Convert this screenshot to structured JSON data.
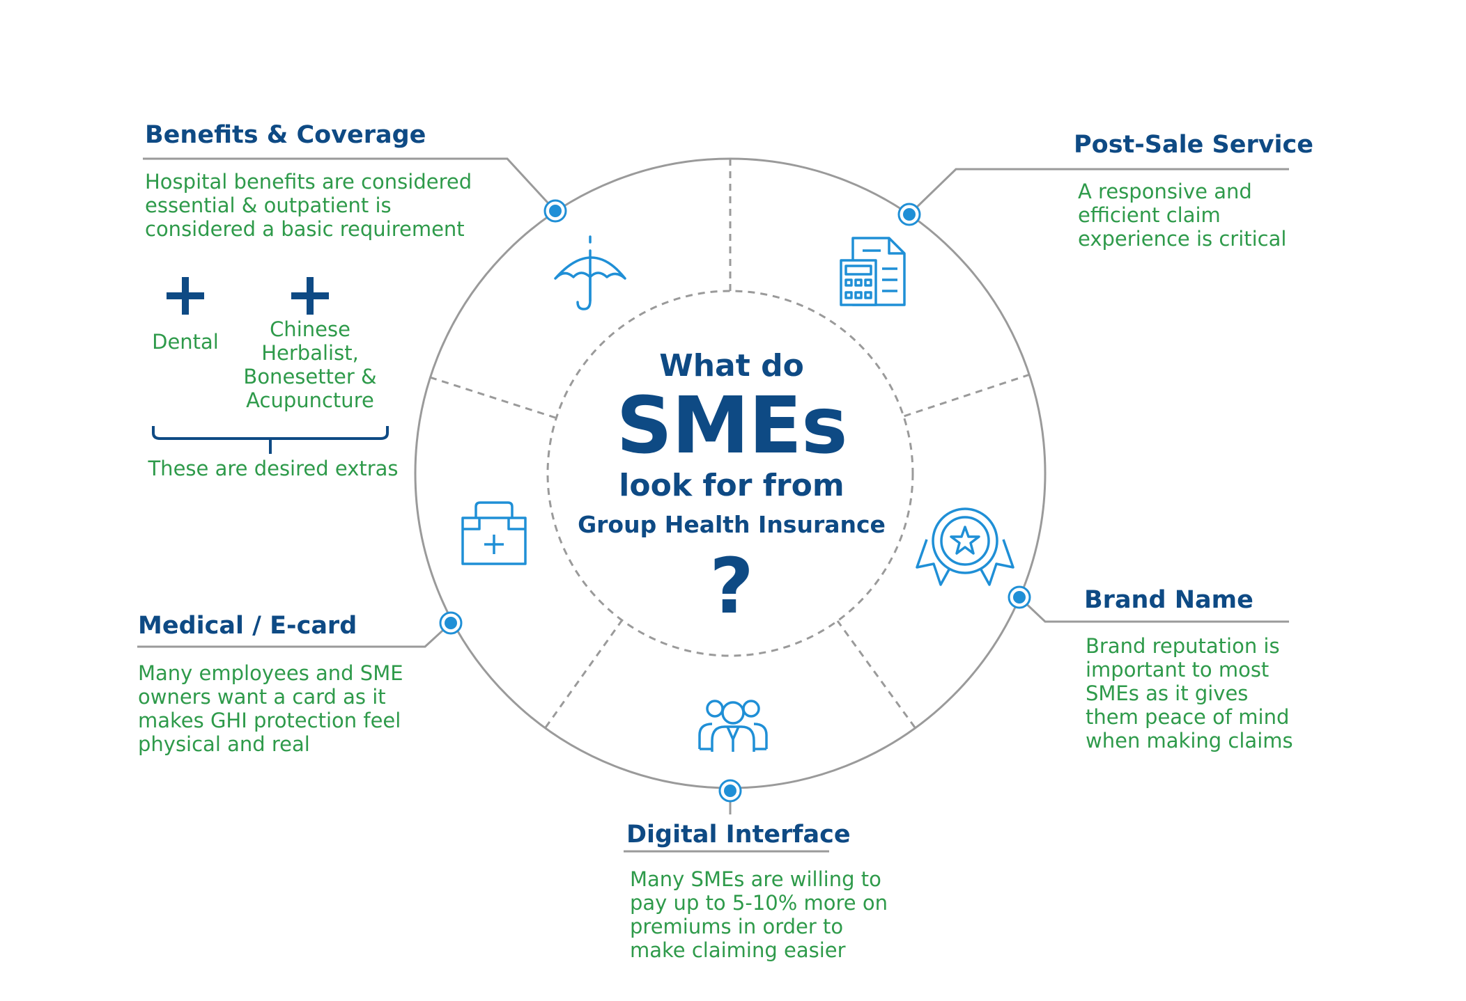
{
  "center": {
    "line1": "What do",
    "line2": "SMEs",
    "line3": "look for from",
    "line4": "Group Health Insurance",
    "line5": "?"
  },
  "sections": {
    "benefits": {
      "title": "Benefits & Coverage",
      "body": "Hospital benefits are considered essential & outpatient is considered a basic requirement",
      "icon": "umbrella-icon"
    },
    "post_sale": {
      "title": "Post-Sale Service",
      "body": "A responsive and efficient claim experience is critical",
      "icon": "calculator-document-icon"
    },
    "brand": {
      "title": "Brand Name",
      "body": "Brand reputation is important to most SMEs as it gives them peace of mind when making claims",
      "icon": "award-ribbon-icon"
    },
    "digital": {
      "title": "Digital Interface",
      "body": "Many SMEs are willing to pay up to 5-10% more on premiums in order to make claiming easier",
      "icon": "people-group-icon"
    },
    "medical": {
      "title": "Medical / E-card",
      "body": "Many employees and SME owners want a card as it makes GHI protection feel physical and real",
      "icon": "medical-kit-icon"
    }
  },
  "extras": {
    "dental": "Dental",
    "chinese": "Chinese Herbalist, Bonesetter & Acupuncture",
    "note": "These are desired extras"
  },
  "colors": {
    "heading": "#0e4a84",
    "body": "#2e9a4a",
    "icon": "#1f8fd6",
    "line": "#9a9a9a"
  }
}
